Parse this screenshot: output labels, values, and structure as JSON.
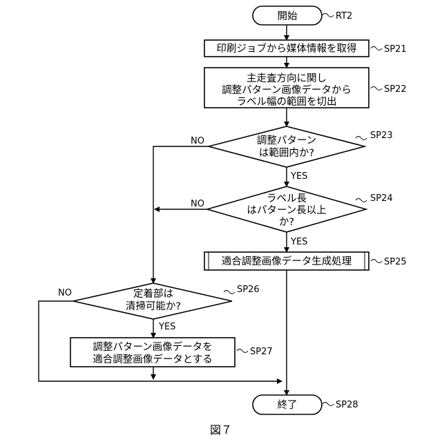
{
  "figure_label": "図７",
  "nodes": {
    "start": {
      "text": "開始",
      "ref": "RT2"
    },
    "sp21": {
      "text": "印刷ジョブから媒体情報を取得",
      "ref": "SP21"
    },
    "sp22": {
      "lines": [
        "主走査方向に関し",
        "調整パターン画像データから",
        "ラベル幅の範囲を切出"
      ],
      "ref": "SP22"
    },
    "sp23": {
      "lines": [
        "調整パターン",
        "は範囲内か?"
      ],
      "ref": "SP23",
      "yes": "YES",
      "no": "NO"
    },
    "sp24": {
      "lines": [
        "ラベル長",
        "はパターン長以上",
        "か?"
      ],
      "ref": "SP24",
      "yes": "YES",
      "no": "NO"
    },
    "sp25": {
      "text": "適合調整画像データ生成処理",
      "ref": "SP25"
    },
    "sp26": {
      "lines": [
        "定着部は",
        "清掃可能か?"
      ],
      "ref": "SP26",
      "yes": "YES",
      "no": "NO"
    },
    "sp27": {
      "lines": [
        "調整パターン画像データを",
        "適合調整画像データとする"
      ],
      "ref": "SP27"
    },
    "end": {
      "text": "終了",
      "ref": "SP28"
    }
  }
}
